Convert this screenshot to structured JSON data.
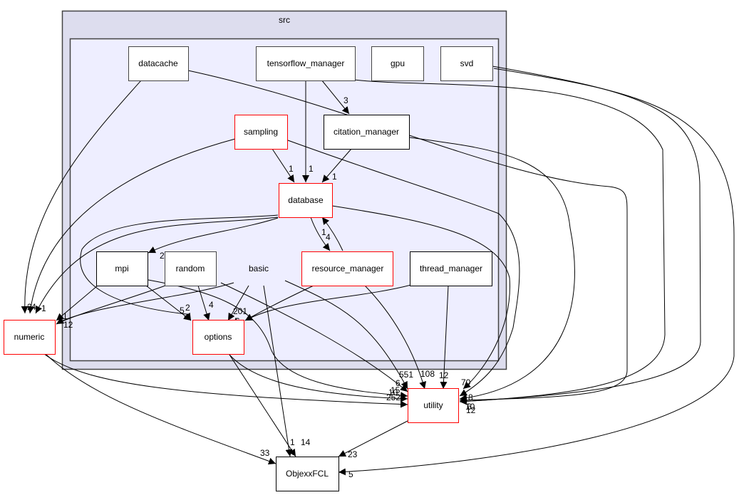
{
  "title": "src directory dependency graph",
  "colors": {
    "outer_cluster_fill": "#ddddee",
    "inner_cluster_fill": "#eeeeff",
    "cluster_border": "#444444",
    "node_border_default": "#444444",
    "node_border_highlight": "#ff0000",
    "node_fill": "#ffffff"
  },
  "cluster": {
    "label": "src"
  },
  "nodes": {
    "datacache": "datacache",
    "tensorflow_manager": "tensorflow_manager",
    "gpu": "gpu",
    "svd": "svd",
    "sampling": "sampling",
    "citation_manager": "citation_manager",
    "database": "database",
    "mpi": "mpi",
    "random": "random",
    "basic": "basic",
    "resource_manager": "resource_manager",
    "thread_manager": "thread_manager",
    "options": "options",
    "numeric": "numeric",
    "utility": "utility",
    "ObjexxFCL": "ObjexxFCL"
  },
  "edges": [
    {
      "from": "tensorflow_manager",
      "to": "citation_manager",
      "label": "3"
    },
    {
      "from": "tensorflow_manager",
      "to": "database",
      "label": "1"
    },
    {
      "from": "sampling",
      "to": "database",
      "label": "1"
    },
    {
      "from": "citation_manager",
      "to": "database",
      "label": "1"
    },
    {
      "from": "database",
      "to": "resource_manager",
      "label": "1"
    },
    {
      "from": "resource_manager",
      "to": "database",
      "label": "4"
    },
    {
      "from": "database",
      "to": "mpi",
      "label": "2"
    },
    {
      "from": "random",
      "to": "options",
      "label": "4"
    },
    {
      "from": "mpi",
      "to": "options",
      "label": "5"
    },
    {
      "from": "database",
      "to": "options",
      "label": "2"
    },
    {
      "from": "basic",
      "to": "options",
      "label": "201"
    },
    {
      "from": "resource_manager",
      "to": "options",
      "label": "6"
    },
    {
      "from": "thread_manager",
      "to": "options",
      "label": "5"
    },
    {
      "from": "datacache",
      "to": "numeric",
      "label": "2"
    },
    {
      "from": "sampling",
      "to": "numeric",
      "label": "4"
    },
    {
      "from": "database",
      "to": "numeric",
      "label": "1"
    },
    {
      "from": "mpi",
      "to": "numeric",
      "label": "1"
    },
    {
      "from": "basic",
      "to": "numeric",
      "label": "12"
    },
    {
      "from": "basic",
      "to": "utility",
      "label": "551"
    },
    {
      "from": "resource_manager",
      "to": "utility",
      "label": "108"
    },
    {
      "from": "thread_manager",
      "to": "utility",
      "label": "12"
    },
    {
      "from": "database",
      "to": "utility",
      "label": "70"
    },
    {
      "from": "random",
      "to": "utility",
      "label": "6"
    },
    {
      "from": "mpi",
      "to": "utility",
      "label": "10"
    },
    {
      "from": "options",
      "to": "utility",
      "label": "15"
    },
    {
      "from": "numeric",
      "to": "utility",
      "label": "252"
    },
    {
      "from": "sampling",
      "to": "utility",
      "label": "8"
    },
    {
      "from": "citation_manager",
      "to": "utility",
      "label": "6"
    },
    {
      "from": "datacache",
      "to": "utility",
      "label": "3"
    },
    {
      "from": "tensorflow_manager",
      "to": "utility",
      "label": "10"
    },
    {
      "from": "svd",
      "to": "utility",
      "label": "12"
    },
    {
      "from": "numeric",
      "to": "ObjexxFCL",
      "label": "33"
    },
    {
      "from": "options",
      "to": "ObjexxFCL",
      "label": "1"
    },
    {
      "from": "basic",
      "to": "ObjexxFCL",
      "label": "14"
    },
    {
      "from": "utility",
      "to": "ObjexxFCL",
      "label": "23"
    },
    {
      "from": "svd",
      "to": "ObjexxFCL",
      "label": "5"
    }
  ]
}
